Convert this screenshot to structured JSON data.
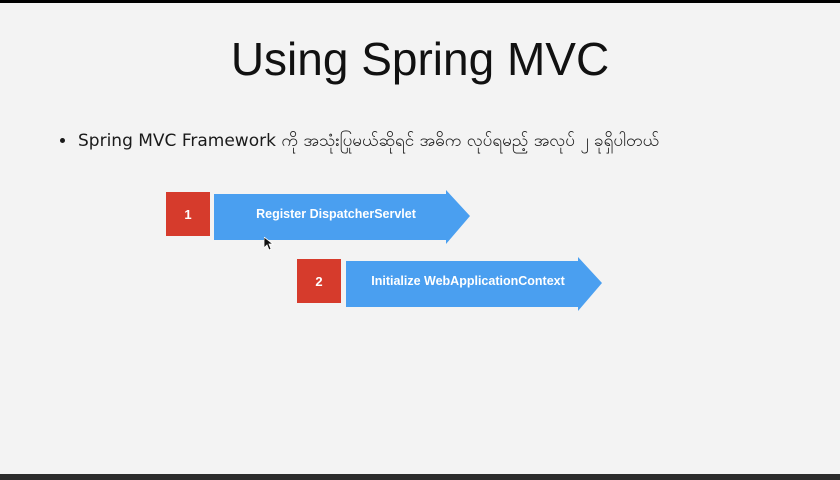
{
  "slide": {
    "title": "Using Spring MVC",
    "bullets": [
      "Spring MVC Framework ကို အသုံးပြုမယ်ဆိုရင် အဓိက လုပ်ရမည့် အလုပ် ၂ ခုရှိပါတယ်"
    ],
    "steps": [
      {
        "number": "1",
        "label": "Register DispatcherServlet"
      },
      {
        "number": "2",
        "label": "Initialize WebApplicationContext"
      }
    ]
  },
  "colors": {
    "background": "#f3f3f3",
    "number_box": "#d63b2c",
    "arrow": "#4a9ff0",
    "text": "#111111"
  },
  "icons": {
    "cursor": "mouse-pointer-icon",
    "bullet": "bullet-dot-icon"
  }
}
